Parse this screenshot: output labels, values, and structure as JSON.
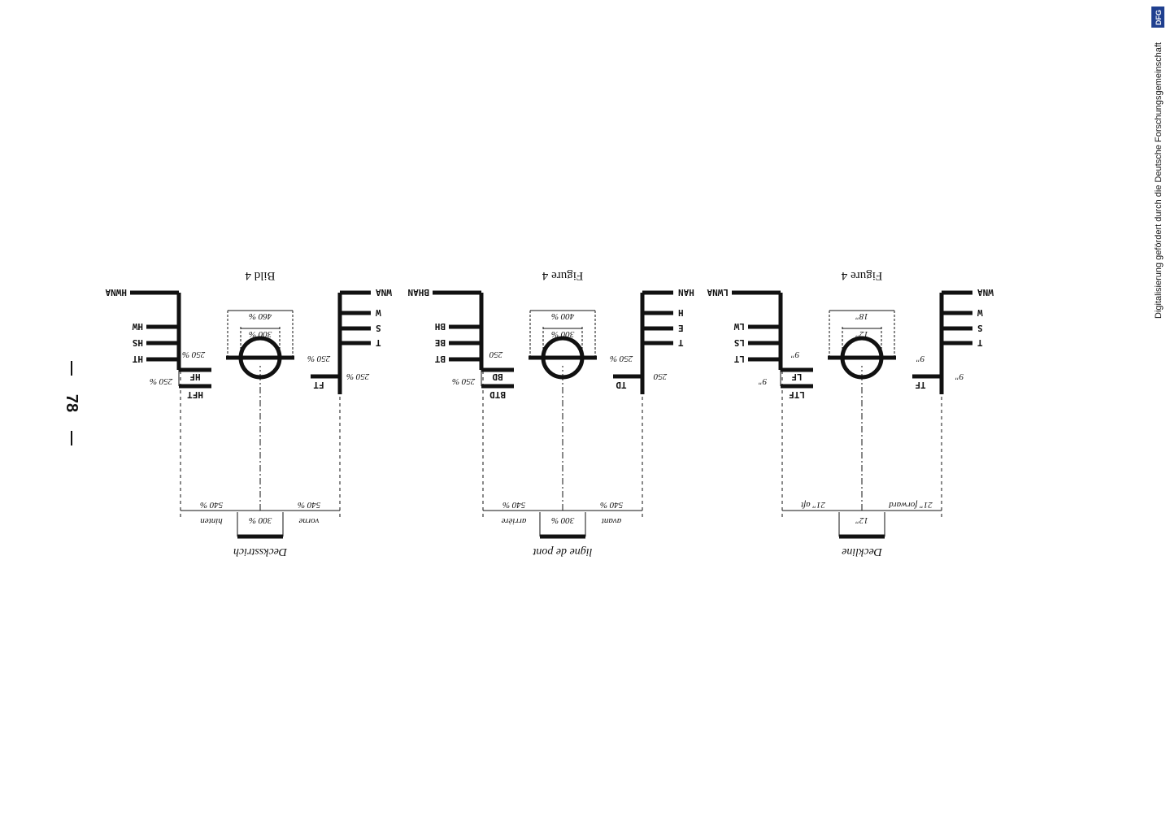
{
  "page_number": "78",
  "dfg_notice": "Digitalisierung gefördert durch die Deutsche Forschungsgemeinschaft",
  "dfg_logo": "DFG",
  "colors": {
    "ink": "#111111",
    "paper": "#ffffff",
    "dfg_badge": "#1f3f8f"
  },
  "figures": [
    {
      "id": "german",
      "title": "Bild 4",
      "caption": "Decksstrich",
      "left_labels": [
        "WNA",
        "W",
        "S",
        "T"
      ],
      "left_base": "FT",
      "right_labels": [
        "HWNA",
        "HW",
        "HS",
        "HT"
      ],
      "right_base_1": "HF",
      "right_base_2": "HFT",
      "dim_circle_outer": "460 %",
      "dim_circle_inner": "300 %",
      "dim_left_step": "250 %",
      "dim_left_base": "250 %",
      "dim_right_step": "250 %",
      "dim_right_base": "250 %",
      "dim_bottom_center": "300 %",
      "dim_bottom_left": "540 %",
      "dim_bottom_right": "540 %",
      "word_left": "vorne",
      "word_right": "hinten"
    },
    {
      "id": "french",
      "title": "Figure 4",
      "caption": "ligne de pont",
      "left_labels": [
        "HAN",
        "H",
        "E",
        "T"
      ],
      "left_base": "TD",
      "right_labels": [
        "BHAN",
        "BH",
        "BE",
        "BT"
      ],
      "right_base_1": "BD",
      "right_base_2": "BTD",
      "dim_circle_outer": "400 %",
      "dim_circle_inner": "300 %",
      "dim_left_step": "250 %",
      "dim_left_base": "250",
      "dim_right_step": "250 %",
      "dim_right_base": "250",
      "dim_bottom_center": "300 %",
      "dim_bottom_left": "540 %",
      "dim_bottom_right": "540 %",
      "word_left": "avant",
      "word_right": "arrière"
    },
    {
      "id": "english",
      "title": "Figure 4",
      "caption": "Deckline",
      "left_labels": [
        "WNA",
        "W",
        "S",
        "T"
      ],
      "left_base": "TF",
      "right_labels": [
        "LWNA",
        "LW",
        "LS",
        "LT"
      ],
      "right_base_1": "LF",
      "right_base_2": "LTF",
      "dim_circle_outer": "18\"",
      "dim_circle_inner": "12\"",
      "dim_left_step": "9\"",
      "dim_left_base": "9\"",
      "dim_right_step": "9\"",
      "dim_right_base": "9\"",
      "dim_bottom_center": "12\"",
      "dim_bottom_left": "21\" forward",
      "dim_bottom_right": "21\" aft",
      "word_left": "",
      "word_right": ""
    }
  ]
}
